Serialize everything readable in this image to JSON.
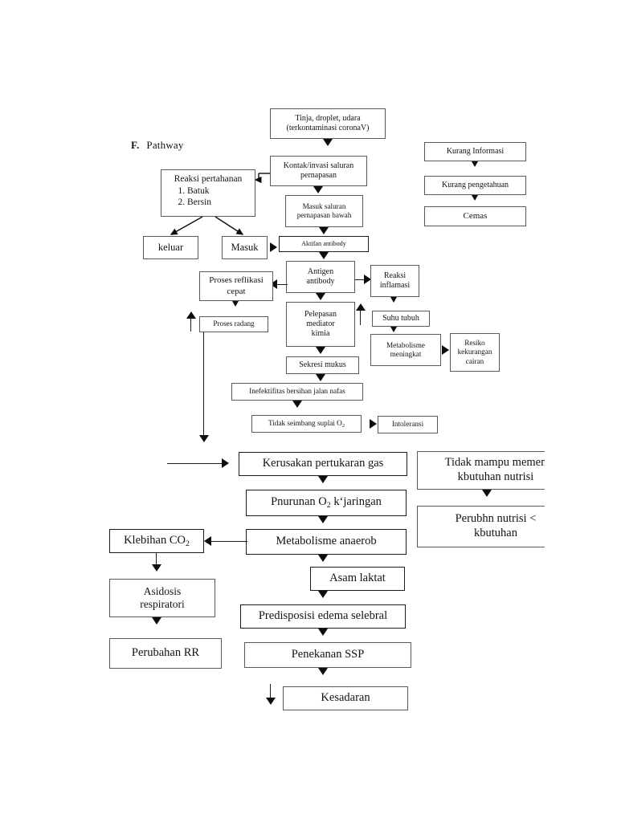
{
  "document": {
    "section_label": "F.",
    "section_title": "Pathway"
  },
  "nodes": {
    "source": "Tinja, droplet, udara (terkontaminasi coronaV)",
    "source_line1": "Tinja, droplet, udara",
    "source_line2": "(terkontaminasi coronaV)",
    "kontak_line1": "Kontak/invasi saluran",
    "kontak_line2": "pernapasan",
    "masuk_saluran_line1": "Masuk saluran",
    "masuk_saluran_line2": "pernapasan bawah",
    "aktifan_antibody": "Aktifan antibody",
    "reaksi_pertahanan_title": "Reaksi pertahanan",
    "reaksi_pertahanan_items": [
      "Batuk",
      "Bersin"
    ],
    "keluar": "keluar",
    "masuk": "Masuk",
    "antigen_line1": "Antigen",
    "antigen_line2": "antibody",
    "proses_reflikasi_line1": "Proses reflikasi",
    "proses_reflikasi_line2": "cepat",
    "proses_radang": "Proses radang",
    "pelepasan_line1": "Pelepasan",
    "pelepasan_line2": "mediator",
    "pelepasan_line3": "kimia",
    "sekresi_mukus": "Sekresi mukus",
    "inefektifitas": "Inefektifitas bersihan jalan nafas",
    "tidak_seimbang_pre": "Tidak seimbang suplai O",
    "tidak_seimbang_sub": "2",
    "intoleransi": "Intoleransi",
    "reaksi_inflamasi_line1": "Reaksi",
    "reaksi_inflamasi_line2": "inflamasi",
    "suhu_tubuh": "Suhu tubuh",
    "metabolisme_meningkat_line1": "Metabolisme",
    "metabolisme_meningkat_line2": "meningkat",
    "resiko_line1": "Resiko",
    "resiko_line2": "kekurangan",
    "resiko_line3": "cairan",
    "kurang_informasi": "Kurang Informasi",
    "kurang_pengetahuan": "Kurang pengetahuan",
    "cemas": "Cemas",
    "kerusakan_pertukaran_gas": "Kerusakan pertukaran gas",
    "pnurunan_pre": "Pnurunan O",
    "pnurunan_sub": "2",
    "pnurunan_post": " k‘jaringan",
    "metabolisme_anaerob": "Metabolisme anaerob",
    "asam_laktat": "Asam laktat",
    "predisposisi": "Predisposisi edema selebral",
    "penekanan_ssp": "Penekanan SSP",
    "kesadaran": "Kesadaran",
    "klebihan_pre": "Klebihan CO",
    "klebihan_sub": "2",
    "asidosis_line1": "Asidosis",
    "asidosis_line2": "respiratori",
    "perubahan_rr": "Perubahan RR",
    "tidak_mampu_line1": "Tidak mampu memen",
    "tidak_mampu_line2": "kbutuhan nutrisi",
    "perubhn_line1": "Perubhn nutrisi <",
    "perubhn_line2": "kbutuhan"
  },
  "colors": {
    "page_background": "#ffffff",
    "box_border": "#5a5a5a",
    "box_border_heavy": "#1a1a1a",
    "text": "#131313",
    "connector": "#0d0d0d"
  }
}
